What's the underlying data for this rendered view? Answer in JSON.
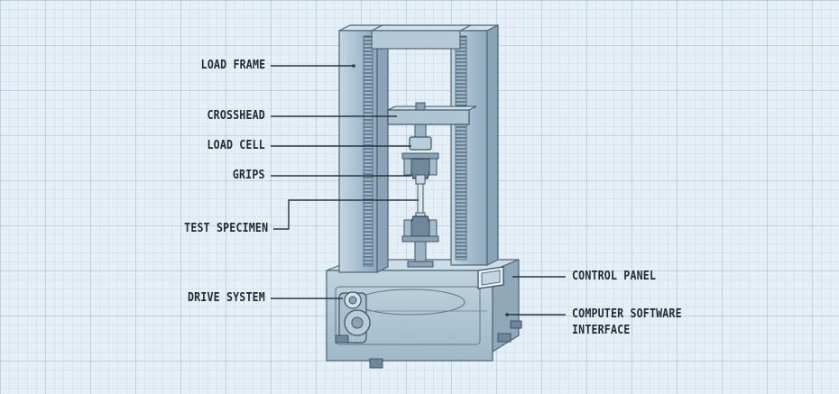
{
  "labels": {
    "load_frame": "LOAD FRAME",
    "crosshead": "CROSSHEAD",
    "load_cell": "LOAD CELL",
    "grips": "GRIPS",
    "test_specimen": "TEST SPECIMEN",
    "drive_system": "DRIVE SYSTEM",
    "control_panel": "CONTROL PANEL",
    "computer_software_line1": "COMPUTER SOFTWARE",
    "computer_software_line2": "INTERFACE"
  },
  "colors": {
    "background": "#e6eff5",
    "machine_fill": "#a9c3d3",
    "machine_stroke": "#4d6678",
    "label_text": "#1f2a33"
  }
}
